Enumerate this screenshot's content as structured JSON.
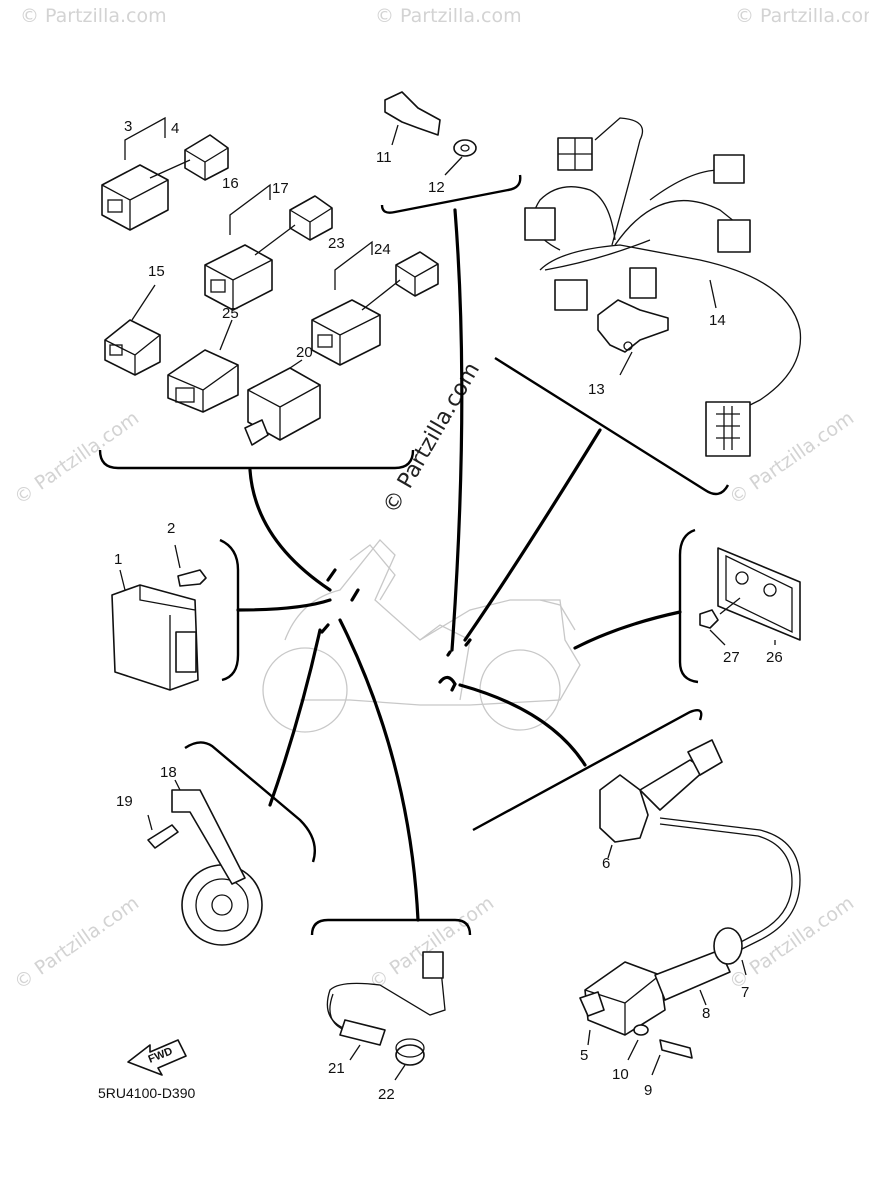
{
  "watermarks": {
    "site": "© Partzilla.com",
    "center": "© Partzilla.com"
  },
  "diagram_code": "5RU4100-D390",
  "fwd_arrow_label": "FWD",
  "callouts": [
    "1",
    "2",
    "3",
    "4",
    "5",
    "6",
    "7",
    "8",
    "9",
    "10",
    "11",
    "12",
    "13",
    "14",
    "15",
    "16",
    "17",
    "18",
    "19",
    "20",
    "21",
    "22",
    "23",
    "24",
    "25",
    "26",
    "27"
  ]
}
